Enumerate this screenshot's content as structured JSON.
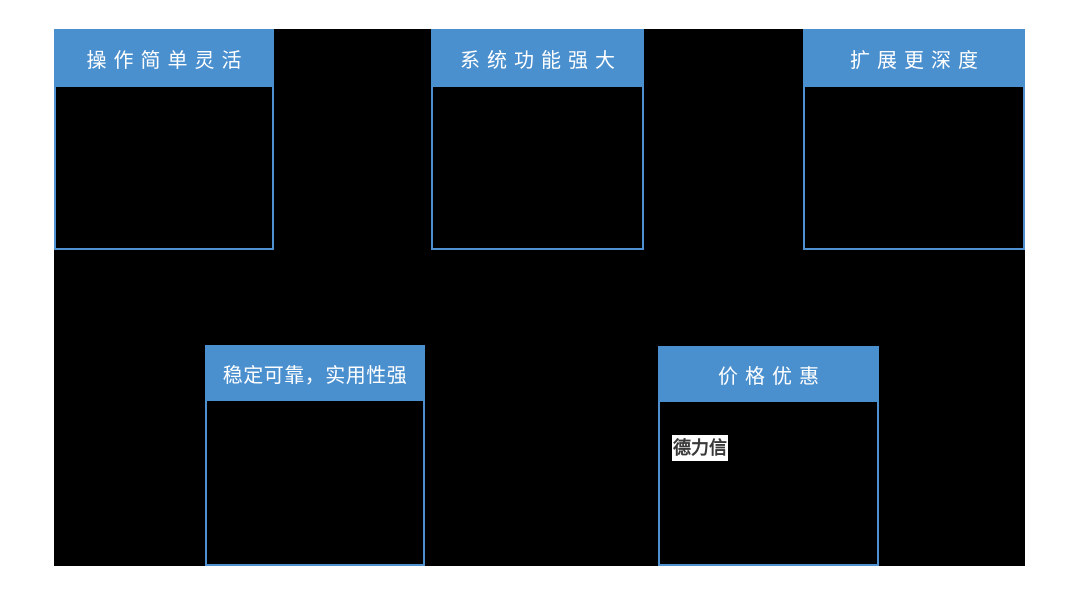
{
  "slide": {
    "background_color": "#ffffff",
    "canvas_color": "#000000",
    "header_color": "#4a8fce",
    "border_color": "#4f90d1",
    "title_text_color": "#ffffff",
    "watermark_text_color": "#383838",
    "watermark_bg_color": "#ffffff"
  },
  "features": [
    {
      "title": "操作简单灵活"
    },
    {
      "title": "系统功能强大"
    },
    {
      "title": "扩展更深度"
    },
    {
      "title": "稳定可靠，实用性强"
    },
    {
      "title": "价格优惠",
      "watermark": "德力信"
    }
  ]
}
